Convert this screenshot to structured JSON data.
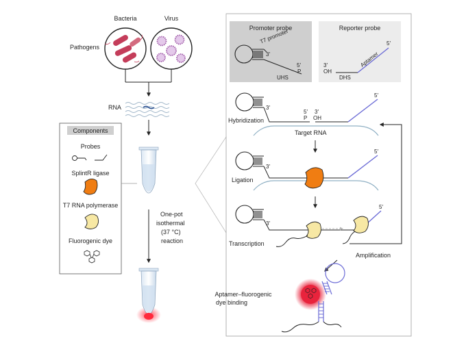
{
  "pathogens": {
    "label": "Pathogens",
    "bacteria": "Bacteria",
    "virus": "Virus"
  },
  "rna_label": "RNA",
  "components": {
    "header": "Components",
    "probes": "Probes",
    "ligase": "SplintR ligase",
    "polymerase": "T7 RNA polymerase",
    "dye": "Fluorogenic dye"
  },
  "reaction": {
    "line1": "One-pot",
    "line2": "isothermal",
    "line3": "(37 °C)",
    "line4": "reaction"
  },
  "promoter_probe": {
    "title": "Promoter probe",
    "t7": "T7 promoter",
    "three_prime": "3′",
    "five_prime": "5′",
    "p": "P",
    "uhs": "UHS"
  },
  "reporter_probe": {
    "title": "Reporter probe",
    "three_prime": "3′",
    "oh": "OH",
    "aptamer": "Aptamer",
    "five_prime": "5′",
    "dhs": "DHS"
  },
  "steps": {
    "hybridization": "Hybridization",
    "target_rna": "Target RNA",
    "ligation": "Ligation",
    "transcription": "Transcription",
    "amplification": "Amplification",
    "binding_line1": "Aptamer–fluorogenic",
    "binding_line2": "dye binding"
  },
  "strand_labels": {
    "three_prime": "3′",
    "five_prime": "5′",
    "p": "P",
    "oh": "OH"
  },
  "colors": {
    "aptamer": "#6b6bd6",
    "ligase": "#f07d12",
    "polymerase": "#f7e8a4",
    "bacteria": "#c43d5a",
    "virus": "#a05ba8",
    "rna_highlight": "#3c5f9a",
    "dye_glow": "#e8203a",
    "panel_gray": "#cfcfcf",
    "target_rna": "#8fb0c4"
  }
}
